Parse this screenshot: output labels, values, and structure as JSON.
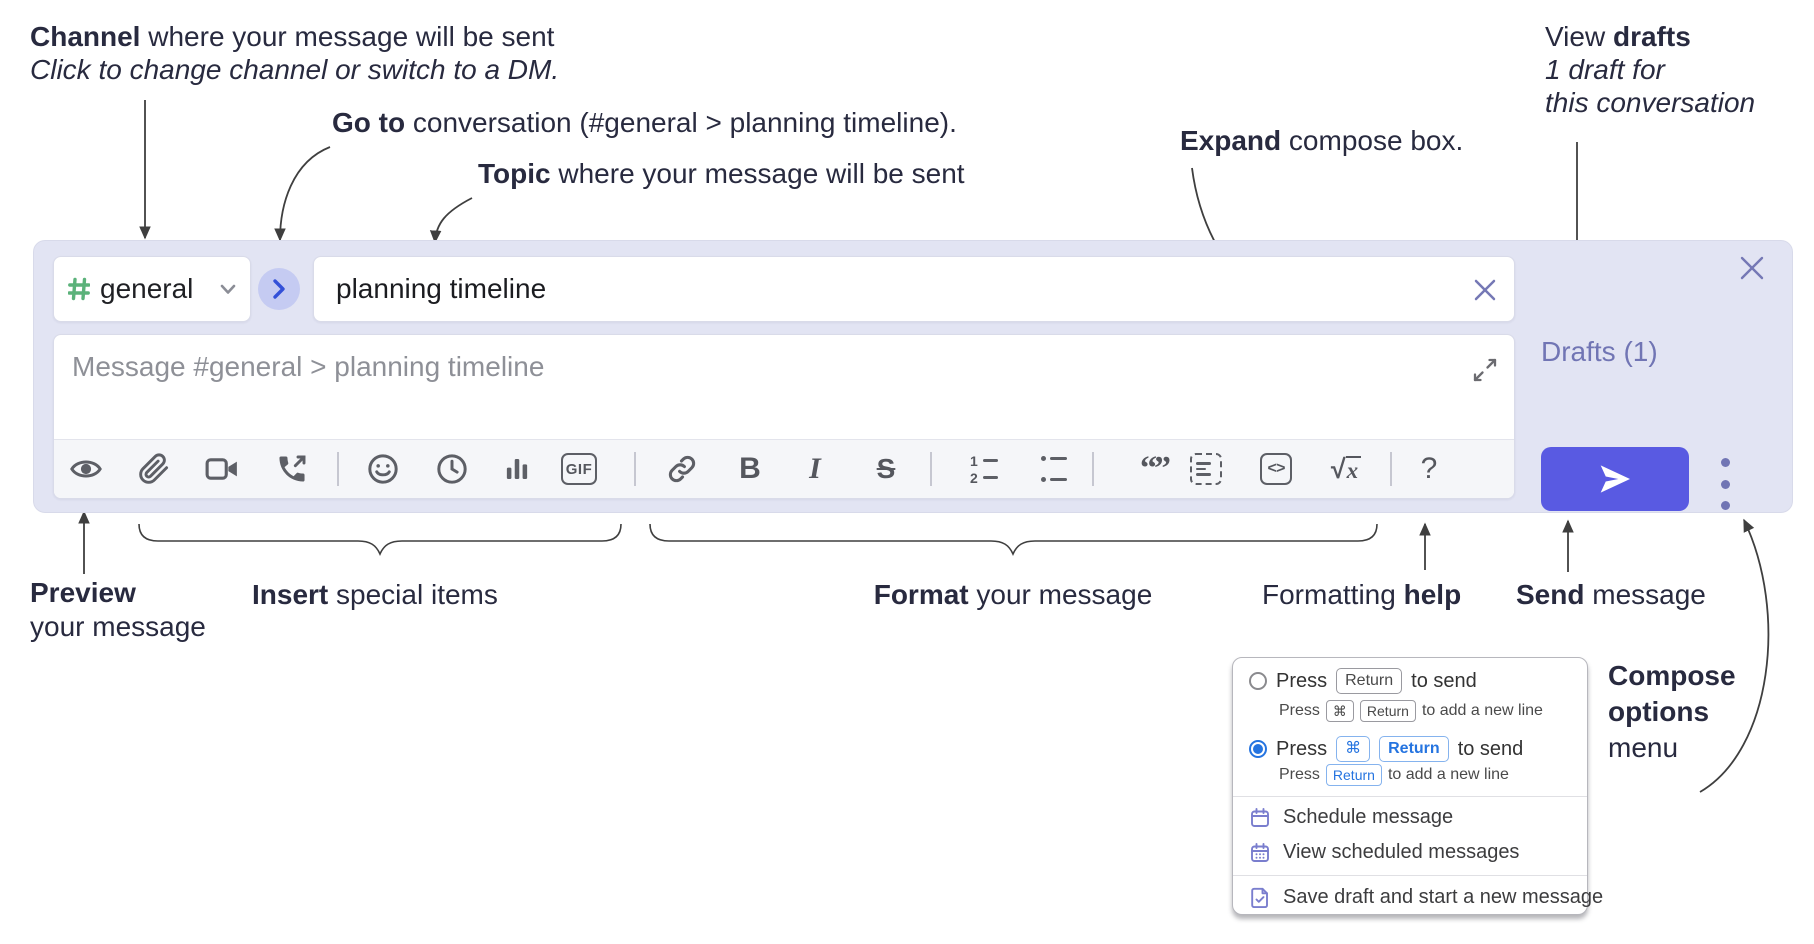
{
  "annotations": {
    "channel_bold": "Channel",
    "channel_rest": " where your message will be sent",
    "channel_sub": "Click to change channel or switch to a DM.",
    "goto_bold": "Go to",
    "goto_rest": " conversation (#general > planning timeline).",
    "topic_bold": "Topic",
    "topic_rest": " where your message will be sent",
    "expand_bold": "Expand",
    "expand_rest": " compose box.",
    "drafts_pre": "View ",
    "drafts_bold": "drafts",
    "drafts_l2": "1 draft for",
    "drafts_l3": "this conversation",
    "preview_bold": "Preview",
    "preview_l2": "your message",
    "insert_bold": "Insert",
    "insert_rest": " special items",
    "format_bold": "Format",
    "format_rest": " your message",
    "fmthelp_pre": "Formatting ",
    "fmthelp_bold": "help",
    "send_bold": "Send",
    "send_rest": " message",
    "opts_l1": "Compose",
    "opts_l2": "options",
    "opts_l3": "menu"
  },
  "compose": {
    "channel_name": "general",
    "topic_value": "planning timeline",
    "message_placeholder": "Message #general > planning timeline",
    "drafts_label": "Drafts (1)",
    "toolbar": {
      "gif": "GIF",
      "bold": "B",
      "italic": "I",
      "strike": "S",
      "num1": "1",
      "num2": "2",
      "quote": "“”",
      "code": "<>",
      "math_root": "√",
      "math_x": "x",
      "help": "?"
    }
  },
  "options_menu": {
    "opt1": {
      "pre": "Press",
      "key": "Return",
      "post": "to send",
      "sub_pre": "Press",
      "sub_k1": "⌘",
      "sub_k2": "Return",
      "sub_post": "to add a new line"
    },
    "opt2": {
      "pre": "Press",
      "k1": "⌘",
      "k2": "Return",
      "post": "to send",
      "sub_pre": "Press",
      "sub_k1": "Return",
      "sub_post": "to add a new line"
    },
    "item_schedule": "Schedule message",
    "item_view_scheduled": "View scheduled messages",
    "item_save_draft": "Save draft and start a new message"
  },
  "colors": {
    "accent_send": "#595ae2",
    "link_purple": "#7175b4",
    "hash_green": "#5bb27a",
    "key_blue": "#2574e0",
    "compose_bg": "#e2e4f3"
  }
}
